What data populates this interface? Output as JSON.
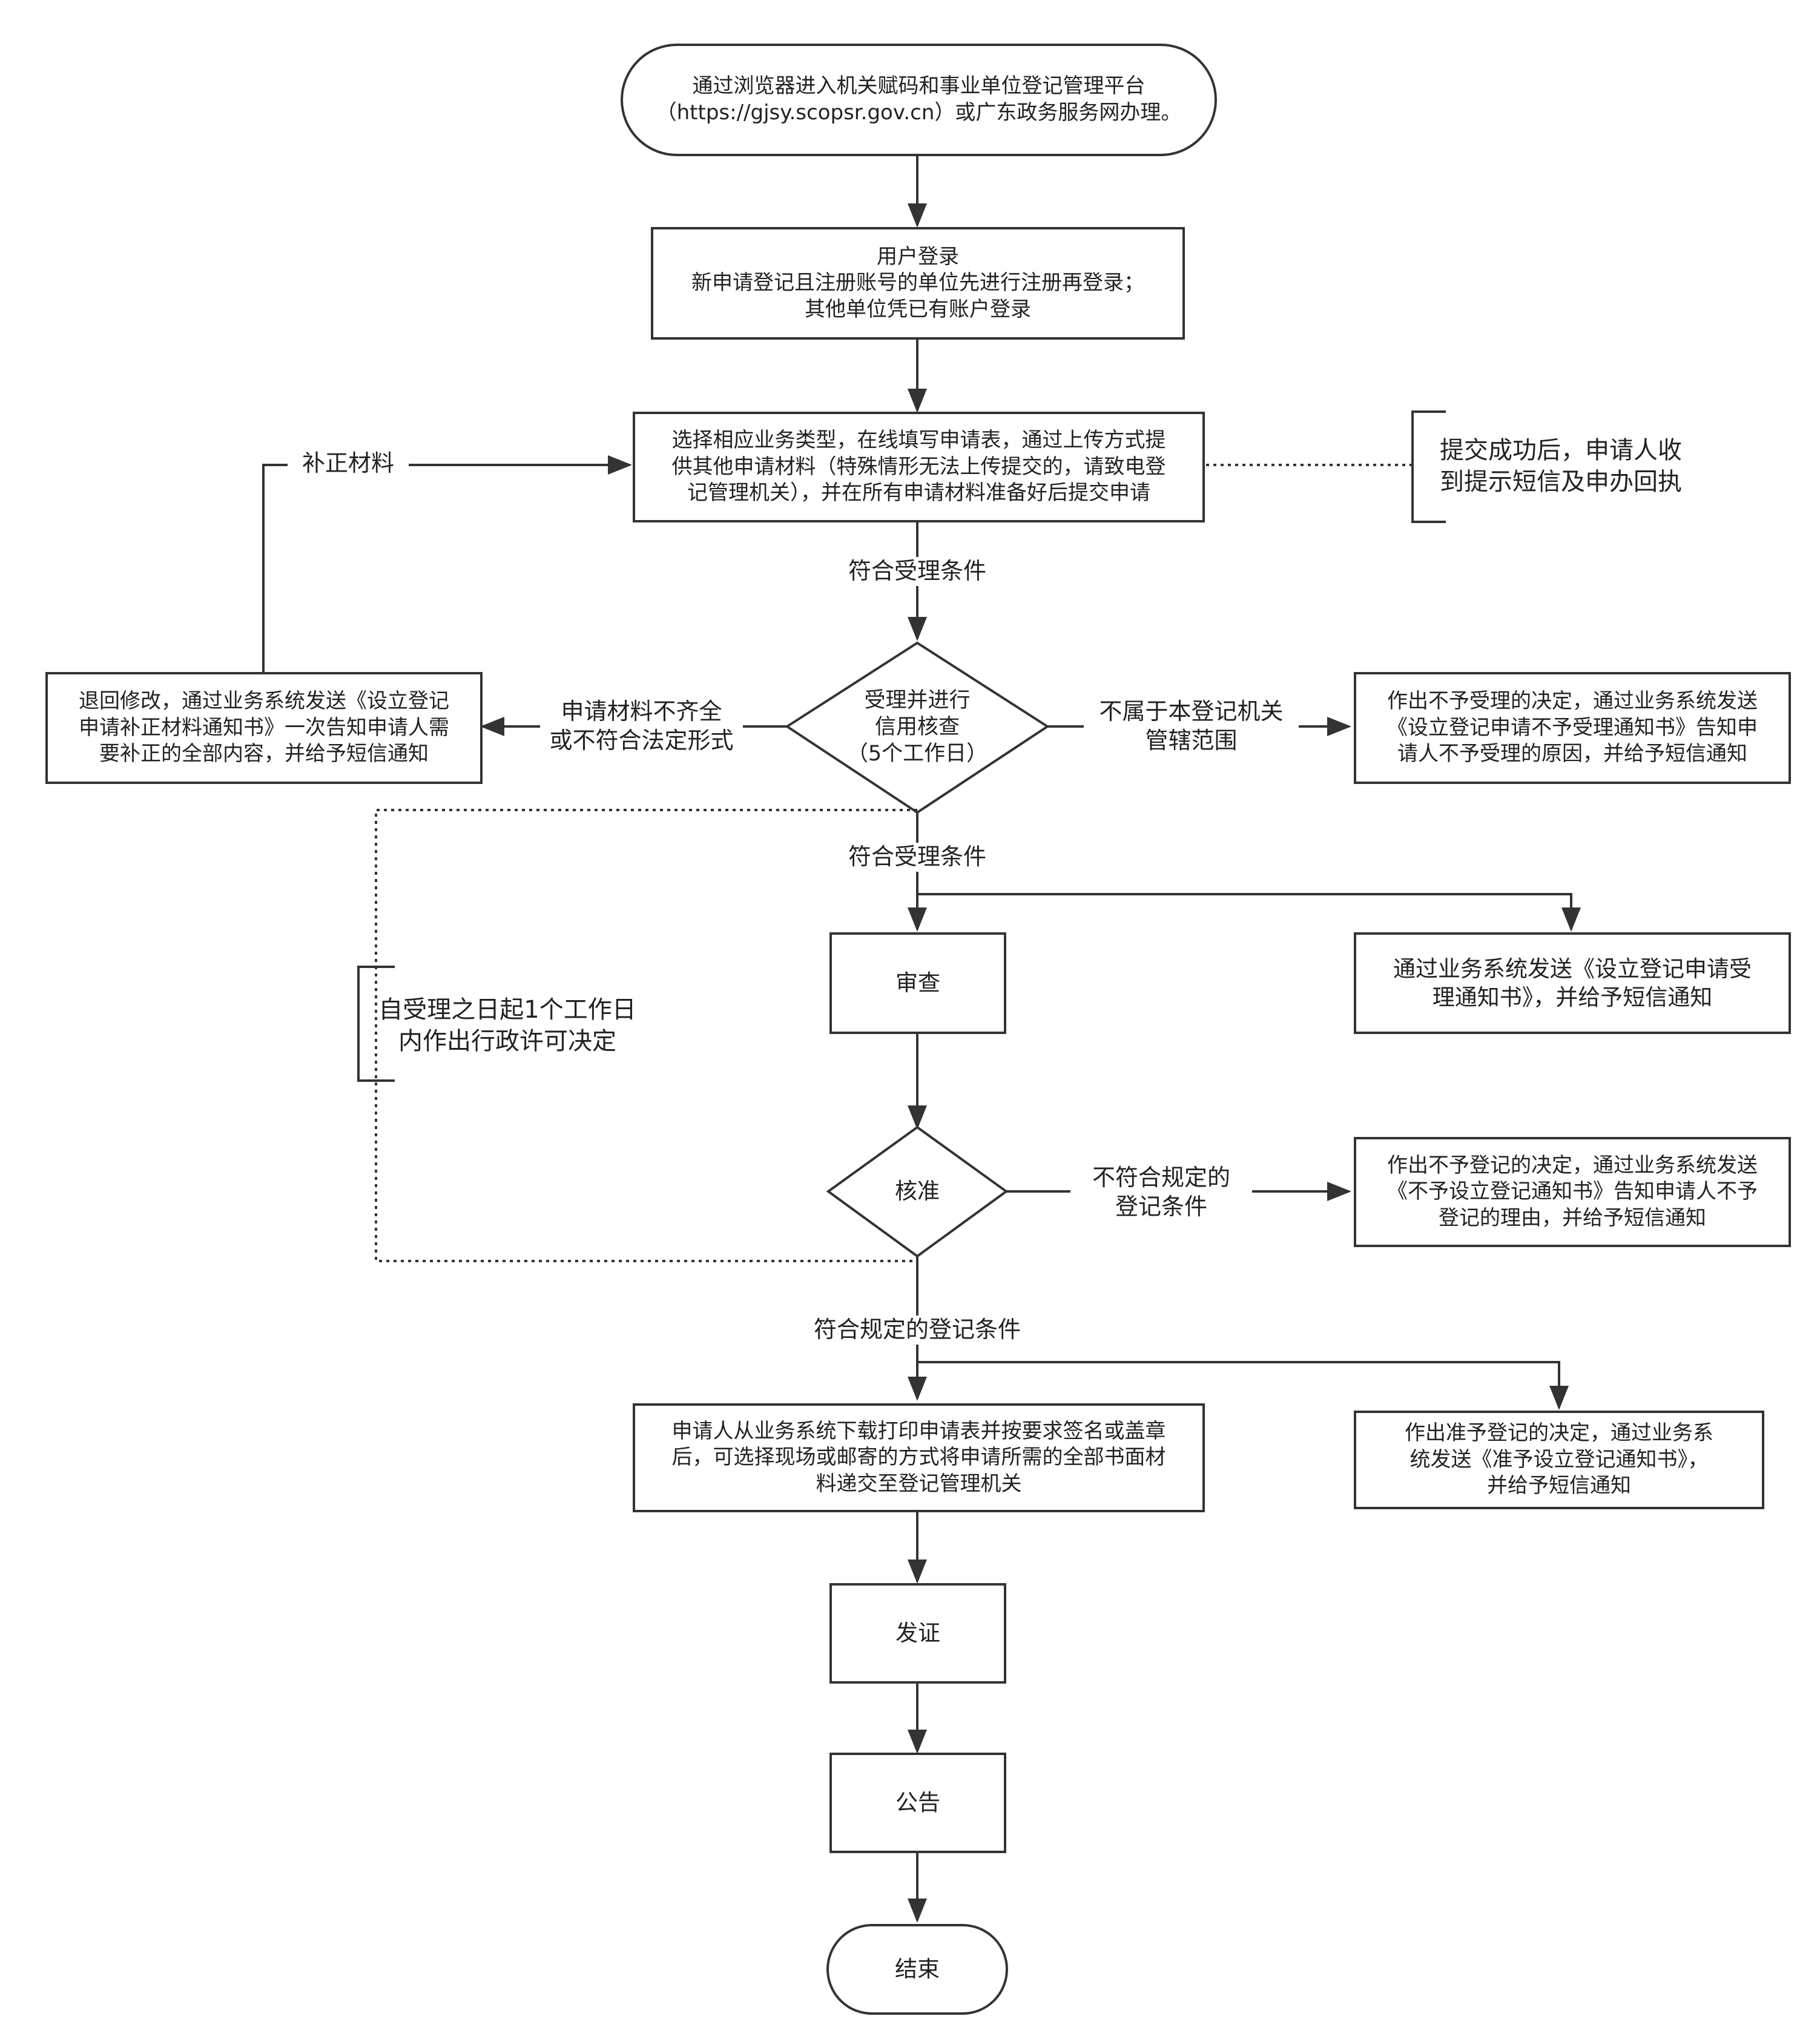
{
  "diagram": {
    "start": "通过浏览器进入机关赋码和事业单位登记管理平台\n（https://gjsy.scopsr.gov.cn）或广东政务服务网办理。",
    "login": "用户登录\n新申请登记且注册账号的单位先进行注册再登录；\n其他单位凭已有账户登录",
    "submit": "选择相应业务类型，在线填写申请表，通过上传方式提\n供其他申请材料（特殊情形无法上传提交的，请致电登\n记管理机关），并在所有申请材料准备好后提交申请",
    "submit_note": "提交成功后，申请人收\n到提示短信及申办回执",
    "supplement_label": "补正材料",
    "accept_condition_1": "符合受理条件",
    "accept_check": "受理并进行\n信用核查\n（5个工作日）",
    "return_modify": "退回修改，通过业务系统发送《设立登记\n申请补正材料通知书》一次告知申请人需\n要补正的全部内容，并给予短信通知",
    "incomplete_label": "申请材料不齐全\n或不符合法定形式",
    "out_of_scope_label": "不属于本登记机关\n管辖范围",
    "reject_acceptance": "作出不予受理的决定，通过业务系统发送\n《设立登记申请不予受理通知书》告知申\n请人不予受理的原因，并给予短信通知",
    "accept_condition_2": "符合受理条件",
    "review": "审查",
    "accept_notice": "通过业务系统发送《设立登记申请受\n理通知书》，并给予短信通知",
    "timeline_note": "自受理之日起1个工作日\n内作出行政许可决定",
    "approve": "核准",
    "not_meet_label": "不符合规定的\n登记条件",
    "reject_registration": "作出不予登记的决定，通过业务系统发送\n《不予设立登记通知书》告知申请人不予\n登记的理由，并给予短信通知",
    "meet_condition": "符合规定的登记条件",
    "download_submit": "申请人从业务系统下载打印申请表并按要求签名或盖章\n后，可选择现场或邮寄的方式将申请所需的全部书面材\n料递交至登记管理机关",
    "approve_notice": "作出准予登记的决定，通过业务系\n统发送《准予设立登记通知书》，\n并给予短信通知",
    "issue_certificate": "发证",
    "announcement": "公告",
    "end": "结束"
  }
}
